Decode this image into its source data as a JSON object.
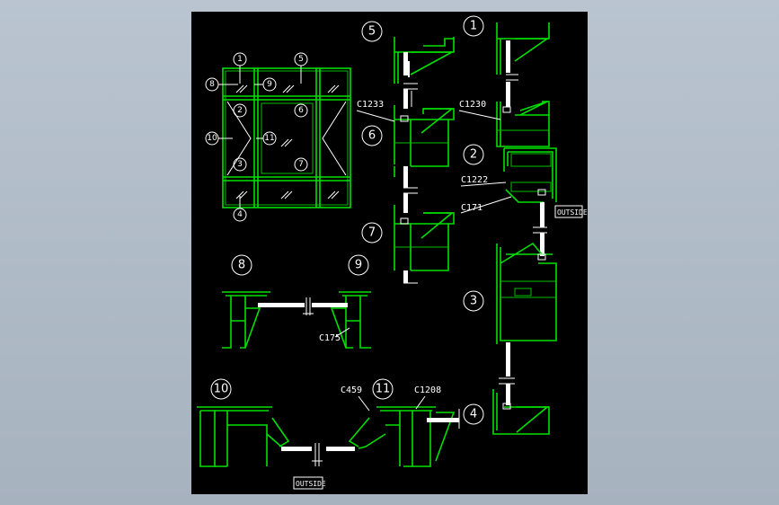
{
  "sheet": {
    "section_numbers": [
      "1",
      "2",
      "3",
      "4",
      "5",
      "6",
      "7",
      "8",
      "9",
      "10",
      "11"
    ],
    "elevation_markers": [
      "1",
      "2",
      "3",
      "4",
      "5",
      "6",
      "7",
      "8",
      "9",
      "10",
      "11"
    ],
    "labels": {
      "c1233": "C1233",
      "c1230": "C1230",
      "c1222": "C1222",
      "c171": "C171",
      "c175": "C175",
      "c459": "C459",
      "c1208": "C1208",
      "outside_right": "OUTSIDE",
      "outside_bottom": "OUTSIDE"
    },
    "colors": {
      "background": "#000000",
      "profile": "#00e000",
      "annotation": "#ffffff"
    }
  }
}
